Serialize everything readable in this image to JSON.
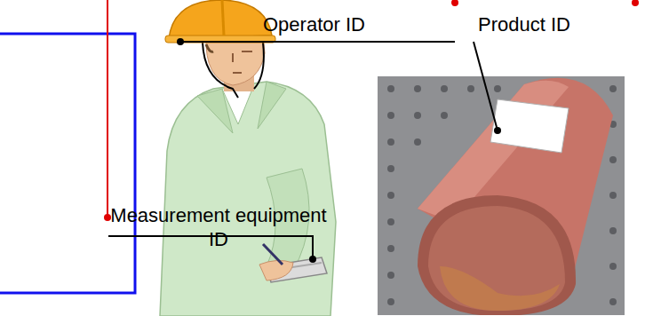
{
  "diagram": {
    "labels": [
      "Operator ID",
      "Product ID",
      "Measurement equipment ID"
    ]
  }
}
